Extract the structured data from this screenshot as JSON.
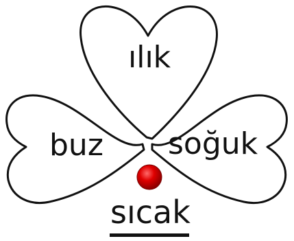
{
  "words": {
    "top": "ılık",
    "left": "buz",
    "right": "soğuk",
    "bottom": "sıcak"
  },
  "colors": {
    "stroke": "#111111",
    "dot": "#e00000",
    "background": "#ffffff"
  },
  "icons": [
    "clover-heart-petals",
    "red-dot"
  ]
}
